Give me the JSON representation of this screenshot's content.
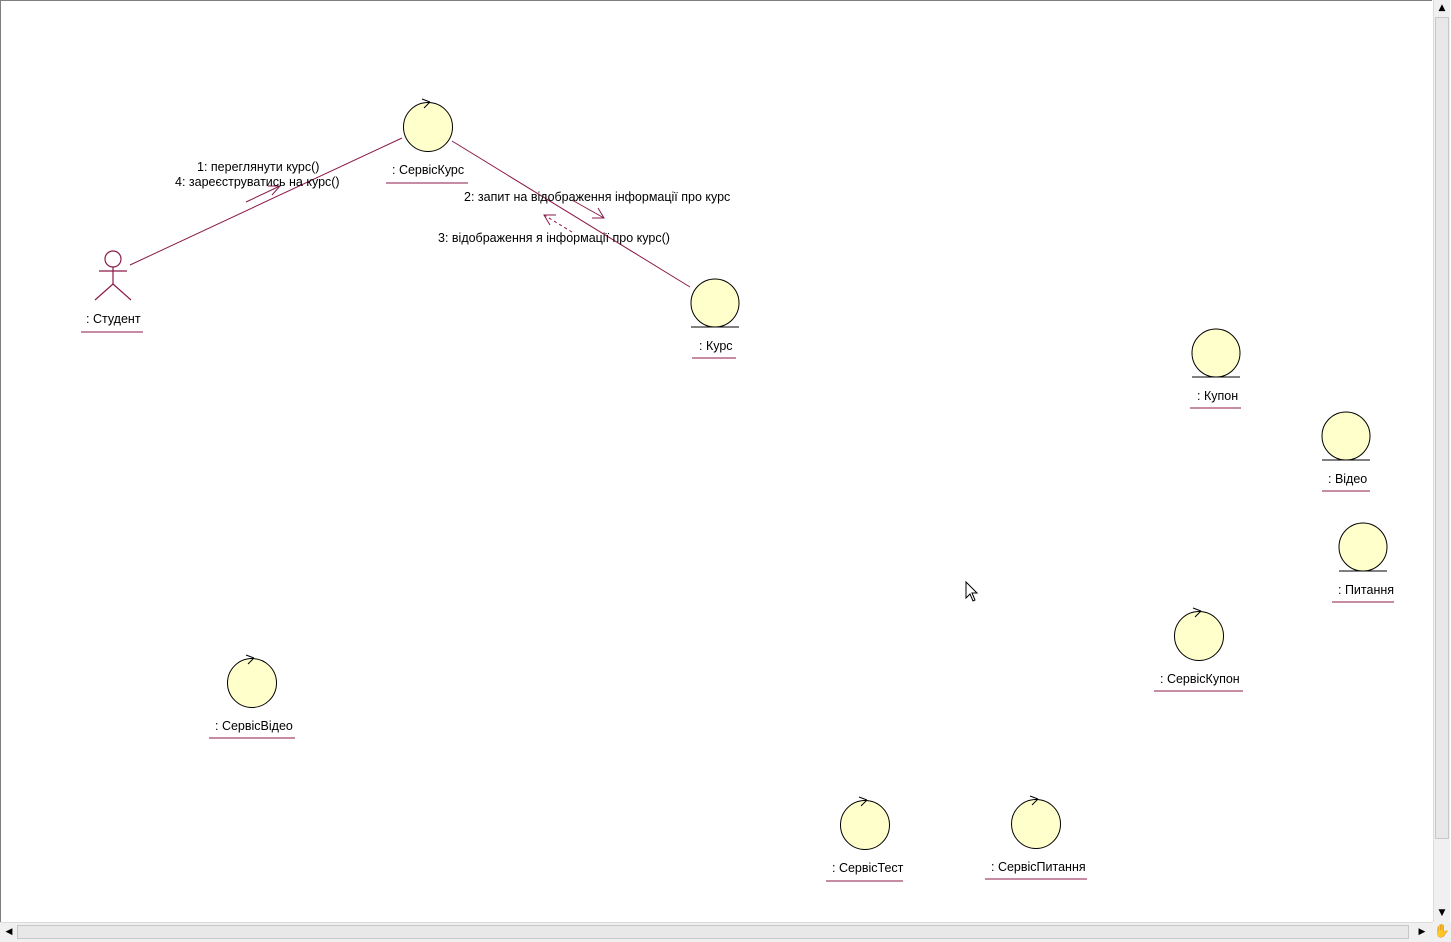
{
  "colors": {
    "link": "#8b1a4a",
    "object_fill": "#ffffcc",
    "object_stroke": "#000000",
    "underline": "#8b1a4a",
    "text": "#000000"
  },
  "objects": [
    {
      "id": "student",
      "kind": "actor",
      "label": ": Студент"
    },
    {
      "id": "servis-kurs",
      "kind": "control",
      "label": ": СервісКурс"
    },
    {
      "id": "kurs",
      "kind": "entity",
      "label": ": Курс"
    },
    {
      "id": "kupon",
      "kind": "entity",
      "label": ": Купон"
    },
    {
      "id": "video",
      "kind": "entity",
      "label": ": Відео"
    },
    {
      "id": "pytannia",
      "kind": "entity",
      "label": ": Питання"
    },
    {
      "id": "servis-kupon",
      "kind": "control",
      "label": ": СервісКупон"
    },
    {
      "id": "servis-video",
      "kind": "control",
      "label": ": СервісВідео"
    },
    {
      "id": "servis-test",
      "kind": "control",
      "label": ": СервісТест"
    },
    {
      "id": "servis-pytannia",
      "kind": "control",
      "label": ": СервісПитання"
    }
  ],
  "links": [
    {
      "from": "student",
      "to": "servis-kurs"
    },
    {
      "from": "servis-kurs",
      "to": "kurs"
    }
  ],
  "messages": [
    {
      "id": "msg-1",
      "text": "1: переглянути курс()",
      "style": "synchronous"
    },
    {
      "id": "msg-4",
      "text": "4: зареєструватись на курс()",
      "style": "synchronous"
    },
    {
      "id": "msg-2",
      "text": "2: запит на відображення інформації про курс",
      "style": "synchronous"
    },
    {
      "id": "msg-3",
      "text": "3: відображення я інформації про курс()",
      "style": "return"
    }
  ],
  "icons": {
    "scroll_up": "arrow-up-icon",
    "scroll_down": "arrow-down-icon",
    "scroll_left": "arrow-left-icon",
    "scroll_right": "arrow-right-icon",
    "corner": "hand-pan-icon",
    "cursor": "mouse-pointer-icon"
  },
  "glyphs": {
    "up": "▲",
    "down": "▼",
    "left": "◀",
    "right": "▶",
    "corner": "✋"
  }
}
